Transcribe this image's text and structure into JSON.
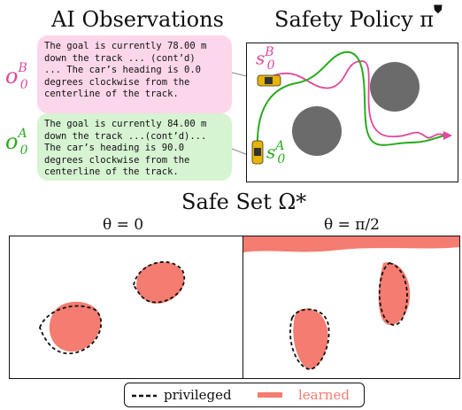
{
  "observations": {
    "title": "AI Observations",
    "b": {
      "label_base": "o",
      "label_sup": "B",
      "label_sub": "0",
      "lines": [
        "The goal is currently 78.00 m",
        "down the track ... (cont’d)",
        "... The car’s heading is 0.0",
        "degrees clockwise from the",
        "centerline of the track."
      ]
    },
    "a": {
      "label_base": "o",
      "label_sup": "A",
      "label_sub": "0",
      "lines": [
        "The goal is currently 84.00 m",
        "down the track ...(cont’d)...",
        "The car’s heading is 90.0",
        "degrees clockwise from the",
        "centerline of the track."
      ]
    }
  },
  "policy": {
    "title": "Safety Policy π",
    "start_b": {
      "base": "s",
      "sup": "B",
      "sub": "0"
    },
    "start_a": {
      "base": "s",
      "sup": "A",
      "sub": "0"
    }
  },
  "safe_set": {
    "title": "Safe Set Ω*",
    "panel_left_label": "θ = 0",
    "panel_right_label": "θ = π/2"
  },
  "legend": {
    "privileged": "privileged",
    "learned": "learned"
  },
  "colors": {
    "pink": "#e0489a",
    "green": "#2aaa1f",
    "learned": "#f47c70",
    "obstacle": "#6b6b6b",
    "obs_pink_bg": "#fcd6ea",
    "obs_green_bg": "#d6f3d2"
  }
}
